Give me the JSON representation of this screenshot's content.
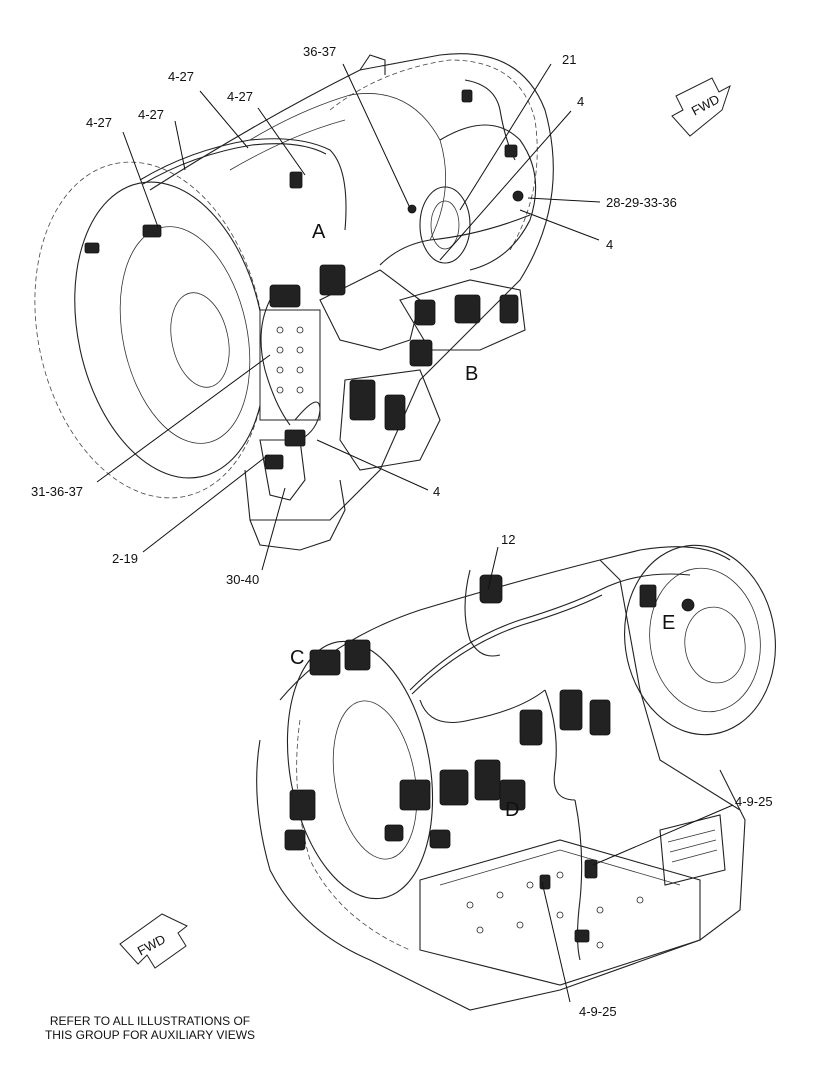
{
  "callouts": {
    "c_36_37_top": "36-37",
    "c_21": "21",
    "c_4_a": "4",
    "c_4_27_a": "4-27",
    "c_4_27_b": "4-27",
    "c_4_27_c": "4-27",
    "c_4_27_d": "4-27",
    "c_28_29_33_36": "28-29-33-36",
    "c_4_b": "4",
    "c_31_36_37": "31-36-37",
    "c_4_c": "4",
    "c_2_19": "2-19",
    "c_30_40": "30-40",
    "c_12": "12",
    "c_4_9_25_a": "4-9-25",
    "c_4_9_25_b": "4-9-25"
  },
  "views": {
    "A": "A",
    "B": "B",
    "C": "C",
    "D": "D",
    "E": "E"
  },
  "fwd": {
    "top": "FWD",
    "bottom": "FWD"
  },
  "note": {
    "line1": "REFER TO ALL ILLUSTRATIONS OF",
    "line2": "THIS GROUP FOR AUXILIARY VIEWS"
  }
}
